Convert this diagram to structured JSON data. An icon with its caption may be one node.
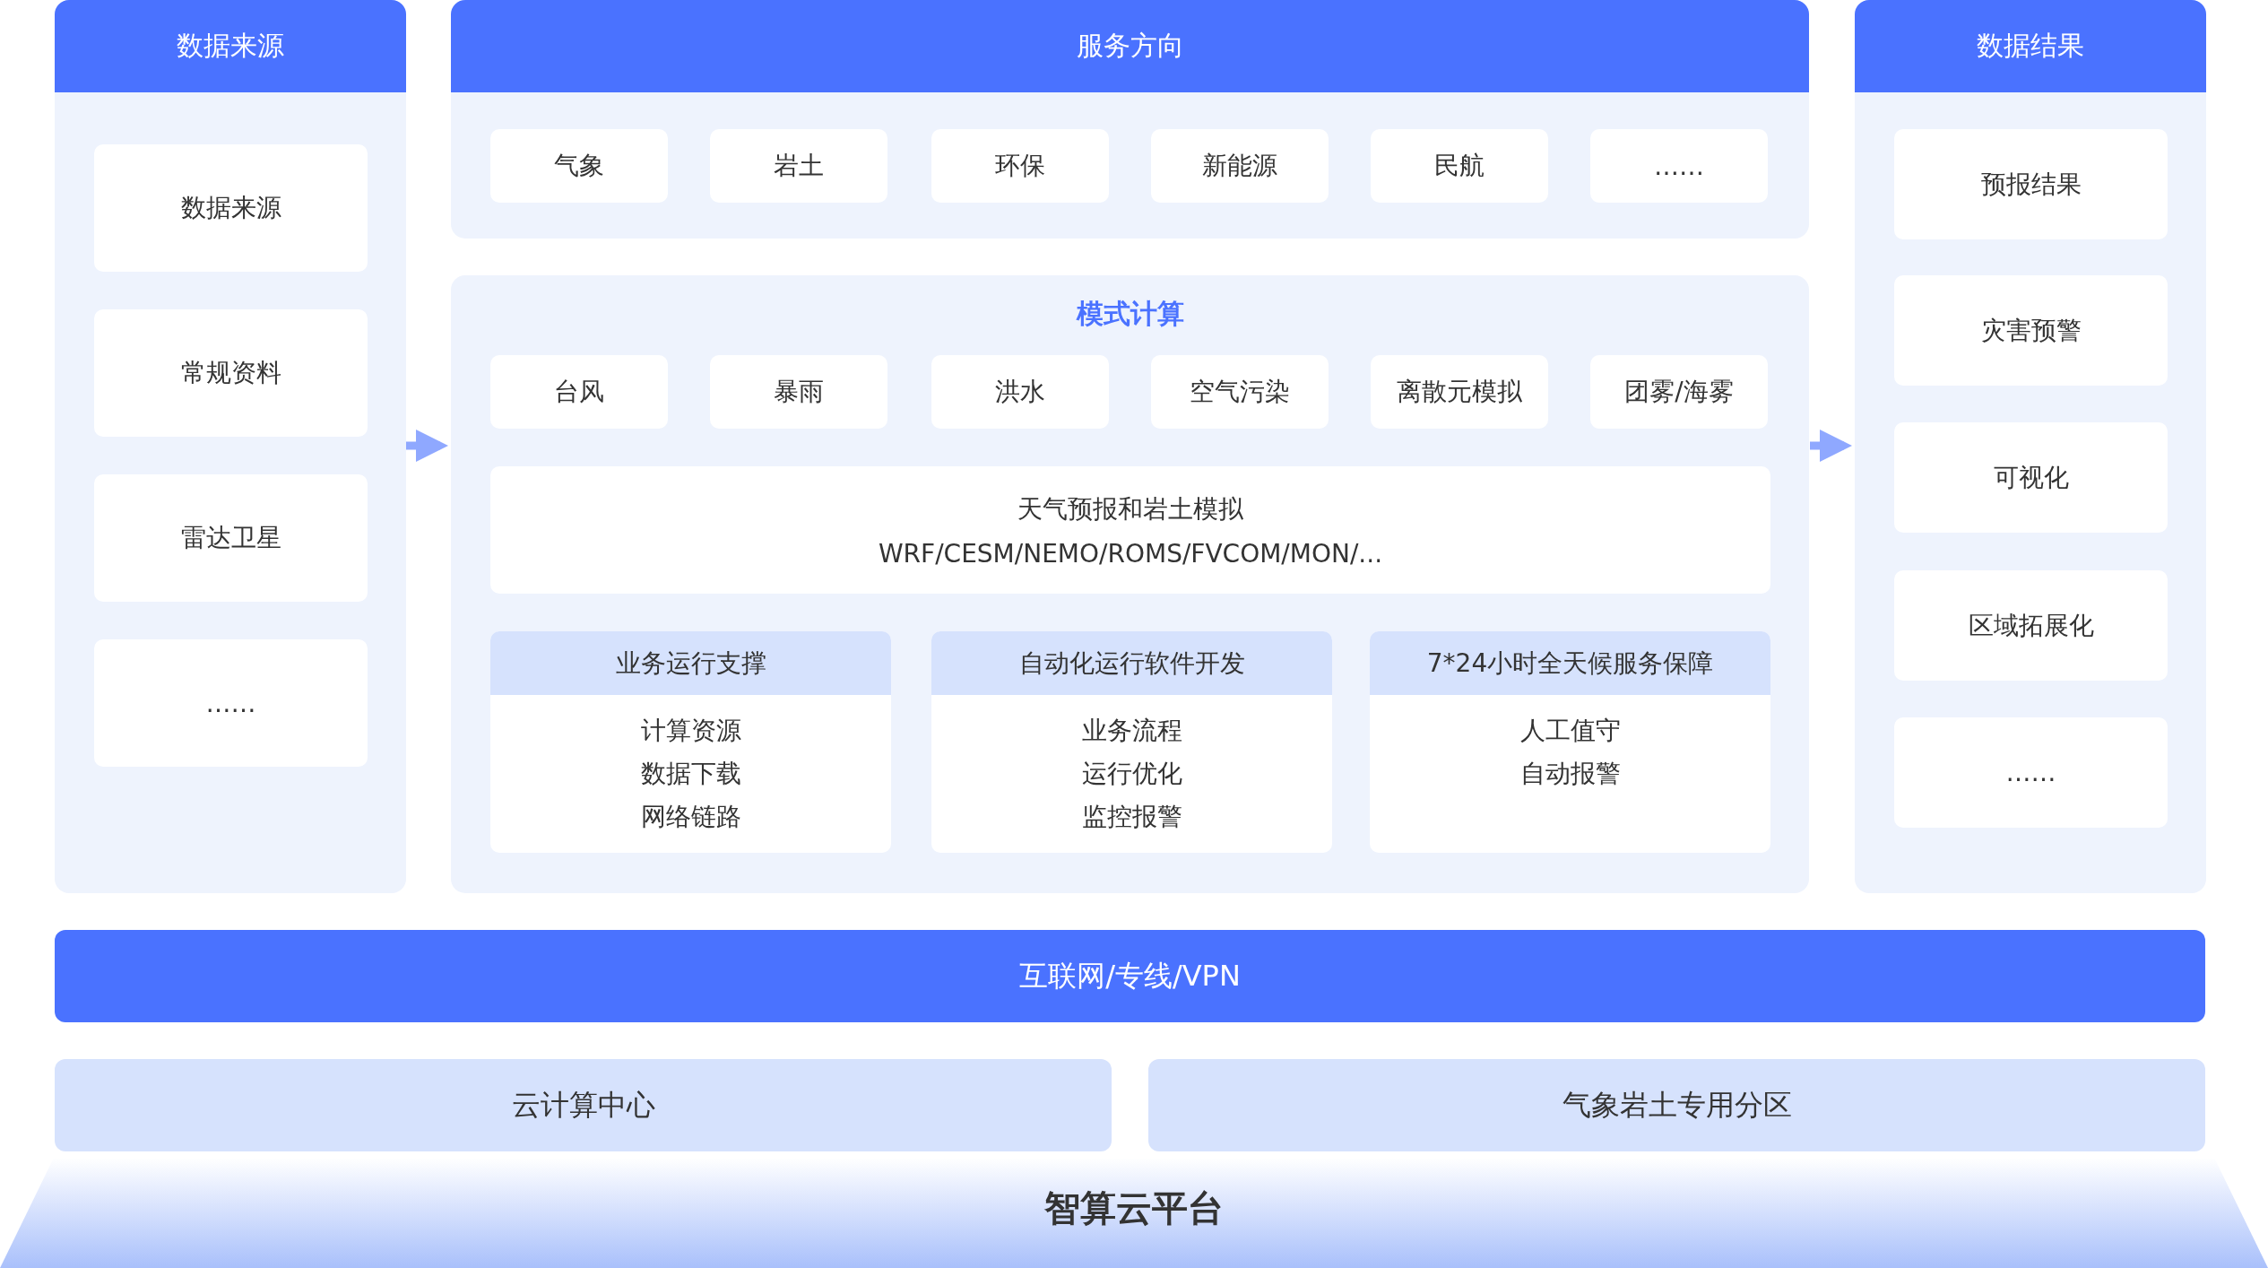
{
  "diagram": {
    "nodes": [
      {
        "text": [
          "数据来源"
        ]
      },
      {
        "text": [
          "数据来源"
        ],
        "in": 0
      },
      {
        "text": [
          "常规资料"
        ],
        "in": 0
      },
      {
        "text": [
          "雷达卫星"
        ],
        "in": 0
      },
      {
        "text": [
          "……"
        ],
        "in": 0
      },
      {
        "text": [
          "服务方向"
        ]
      },
      {
        "text": [
          "气象"
        ],
        "in": 5
      },
      {
        "text": [
          "岩土"
        ],
        "in": 5
      },
      {
        "text": [
          "环保"
        ],
        "in": 5
      },
      {
        "text": [
          "新能源"
        ],
        "in": 5
      },
      {
        "text": [
          "民航"
        ],
        "in": 5
      },
      {
        "text": [
          "……"
        ],
        "in": 5
      },
      {
        "text": [
          "模式计算"
        ]
      },
      {
        "text": [
          "台风"
        ],
        "in": 12
      },
      {
        "text": [
          "暴雨"
        ],
        "in": 12
      },
      {
        "text": [
          "洪水"
        ],
        "in": 12
      },
      {
        "text": [
          "空气污染"
        ],
        "in": 12
      },
      {
        "text": [
          "离散元模拟"
        ],
        "in": 12
      },
      {
        "text": [
          "团雾/海雾"
        ],
        "in": 12
      },
      {
        "text": [
          "天气预报和岩土模拟",
          "WRF/CESM/NEMO/ROMS/FVCOM/MON/..."
        ],
        "in": 12
      },
      {
        "text": [
          "业务运行支撑",
          "计算资源",
          "数据下载",
          "网络链路"
        ],
        "in": 12
      },
      {
        "text": [
          "自动化运行软件开发",
          "业务流程",
          "运行优化",
          "监控报警"
        ],
        "in": 12
      },
      {
        "text": [
          "7*24小时全天候服务保障",
          "人工值守",
          "自动报警"
        ],
        "in": 12
      },
      {
        "text": [
          "数据结果"
        ]
      },
      {
        "text": [
          "预报结果"
        ],
        "in": 23
      },
      {
        "text": [
          "灾害预警"
        ],
        "in": 23
      },
      {
        "text": [
          "可视化"
        ],
        "in": 23
      },
      {
        "text": [
          "区域拓展化"
        ],
        "in": 23
      },
      {
        "text": [
          "……"
        ],
        "in": 23
      },
      {
        "text": [
          "互联网/专线/VPN"
        ]
      },
      {
        "text": [
          "云计算中心"
        ]
      },
      {
        "text": [
          "气象岩土专用分区"
        ]
      },
      {
        "text": [
          "智算云平台"
        ]
      }
    ],
    "edges": [
      {
        "from": 0,
        "to": 12,
        "arrow": "to"
      },
      {
        "from": 12,
        "to": 23,
        "arrow": "to"
      }
    ]
  }
}
